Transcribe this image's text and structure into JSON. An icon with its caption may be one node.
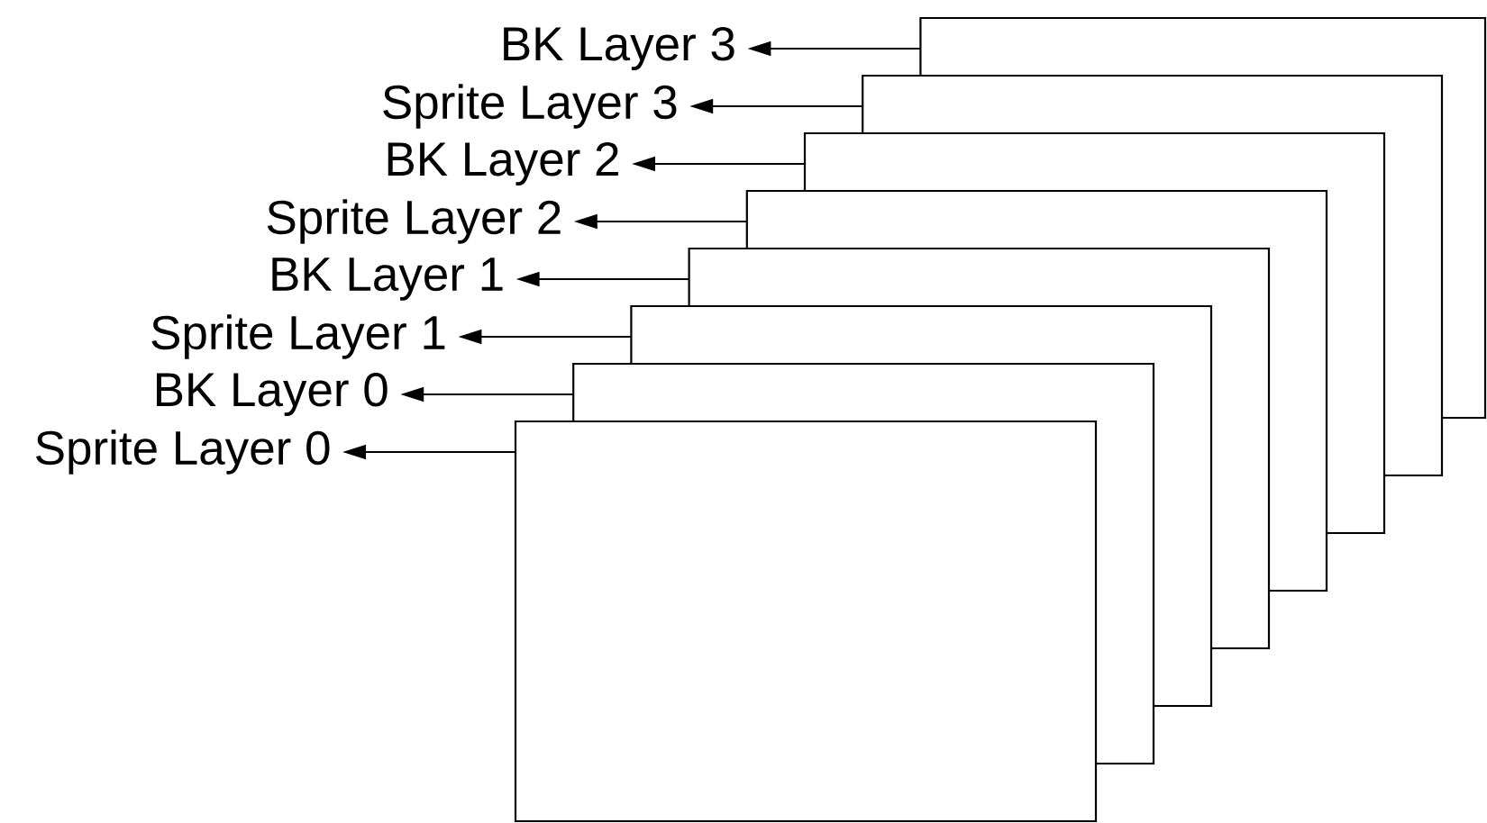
{
  "diagram": {
    "nodes": [
      {
        "text": [
          "BK Layer 3"
        ]
      },
      {
        "text": [
          "Sprite Layer 3"
        ]
      },
      {
        "text": [
          "BK Layer 2"
        ]
      },
      {
        "text": [
          "Sprite Layer 2"
        ]
      },
      {
        "text": [
          "BK Layer 1"
        ]
      },
      {
        "text": [
          "Sprite Layer 1"
        ]
      },
      {
        "text": [
          "BK Layer 0"
        ]
      },
      {
        "text": [
          "Sprite Layer 0"
        ]
      },
      {
        "text": [],
        "shape": "box"
      },
      {
        "text": [],
        "shape": "box"
      },
      {
        "text": [],
        "shape": "box"
      },
      {
        "text": [],
        "shape": "box"
      },
      {
        "text": [],
        "shape": "box"
      },
      {
        "text": [],
        "shape": "box"
      },
      {
        "text": [],
        "shape": "box"
      },
      {
        "text": [],
        "shape": "box"
      }
    ],
    "edges": [
      {
        "from": 15,
        "to": 0,
        "arrow": "to"
      },
      {
        "from": 14,
        "to": 1,
        "arrow": "to"
      },
      {
        "from": 13,
        "to": 2,
        "arrow": "to"
      },
      {
        "from": 12,
        "to": 3,
        "arrow": "to"
      },
      {
        "from": 11,
        "to": 4,
        "arrow": "to"
      },
      {
        "from": 10,
        "to": 5,
        "arrow": "to"
      },
      {
        "from": 9,
        "to": 6,
        "arrow": "to"
      },
      {
        "from": 8,
        "to": 7,
        "arrow": "to"
      }
    ]
  }
}
